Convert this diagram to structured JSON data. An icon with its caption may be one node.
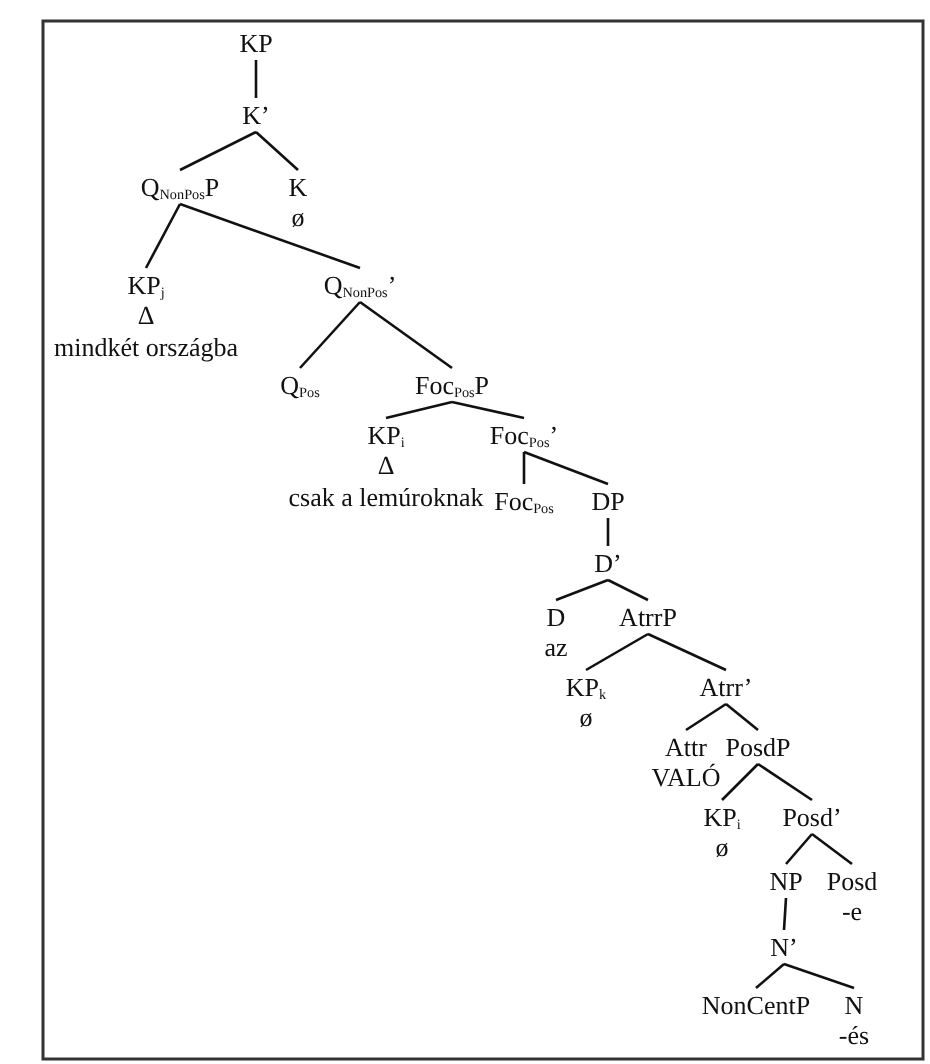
{
  "diagram": {
    "nodes": [
      {
        "text": [
          "KP"
        ]
      },
      {
        "text": [
          "K’"
        ]
      },
      {
        "text": [
          "Q$_{NonPos}$P"
        ]
      },
      {
        "text": [
          "K"
        ],
        "beside": [
          "ø"
        ]
      },
      {
        "text": [
          "KP$_{j}$"
        ],
        "beside": [
          "Δ",
          "mindkét országba"
        ]
      },
      {
        "text": [
          "Q$_{NonPos}$’"
        ]
      },
      {
        "text": [
          "Q$_{Pos}$"
        ]
      },
      {
        "text": [
          "Foc$_{Pos}$P"
        ]
      },
      {
        "text": [
          "KP$_{i}$"
        ],
        "beside": [
          "Δ",
          "csak a lemúroknak"
        ]
      },
      {
        "text": [
          "Foc$_{Pos}$’"
        ]
      },
      {
        "text": [
          "Foc$_{Pos}$"
        ]
      },
      {
        "text": [
          "DP"
        ]
      },
      {
        "text": [
          "D’"
        ]
      },
      {
        "text": [
          "D"
        ],
        "beside": [
          "az"
        ]
      },
      {
        "text": [
          "AtrrP"
        ]
      },
      {
        "text": [
          "KP$_{k}$"
        ],
        "beside": [
          "ø"
        ]
      },
      {
        "text": [
          "Atrr’"
        ]
      },
      {
        "text": [
          "Attr"
        ],
        "beside": [
          "VALÓ"
        ]
      },
      {
        "text": [
          "PosdP"
        ]
      },
      {
        "text": [
          "KP$_{i}$"
        ],
        "beside": [
          "ø"
        ]
      },
      {
        "text": [
          "Posd’"
        ]
      },
      {
        "text": [
          "NP"
        ]
      },
      {
        "text": [
          "Posd"
        ],
        "beside": [
          "-e"
        ]
      },
      {
        "text": [
          "N’"
        ]
      },
      {
        "text": [
          "NonCentP"
        ]
      },
      {
        "text": [
          "N"
        ],
        "beside": [
          "-és"
        ]
      }
    ],
    "edges": [
      {
        "from": 0,
        "to": 1,
        "arrow": "none"
      },
      {
        "from": 1,
        "to": 2,
        "arrow": "none"
      },
      {
        "from": 1,
        "to": 3,
        "arrow": "none"
      },
      {
        "from": 2,
        "to": 4,
        "arrow": "none"
      },
      {
        "from": 2,
        "to": 5,
        "arrow": "none"
      },
      {
        "from": 5,
        "to": 6,
        "arrow": "none"
      },
      {
        "from": 5,
        "to": 7,
        "arrow": "none"
      },
      {
        "from": 7,
        "to": 8,
        "arrow": "none"
      },
      {
        "from": 7,
        "to": 9,
        "arrow": "none"
      },
      {
        "from": 9,
        "to": 10,
        "arrow": "none"
      },
      {
        "from": 9,
        "to": 11,
        "arrow": "none"
      },
      {
        "from": 11,
        "to": 12,
        "arrow": "none"
      },
      {
        "from": 12,
        "to": 13,
        "arrow": "none"
      },
      {
        "from": 12,
        "to": 14,
        "arrow": "none"
      },
      {
        "from": 14,
        "to": 15,
        "arrow": "none"
      },
      {
        "from": 14,
        "to": 16,
        "arrow": "none"
      },
      {
        "from": 16,
        "to": 17,
        "arrow": "none"
      },
      {
        "from": 16,
        "to": 18,
        "arrow": "none"
      },
      {
        "from": 18,
        "to": 19,
        "arrow": "none"
      },
      {
        "from": 18,
        "to": 20,
        "arrow": "none"
      },
      {
        "from": 20,
        "to": 21,
        "arrow": "none"
      },
      {
        "from": 20,
        "to": 22,
        "arrow": "none"
      },
      {
        "from": 21,
        "to": 23,
        "arrow": "none"
      },
      {
        "from": 23,
        "to": 24,
        "arrow": "none"
      },
      {
        "from": 23,
        "to": 25,
        "arrow": "none"
      }
    ]
  }
}
